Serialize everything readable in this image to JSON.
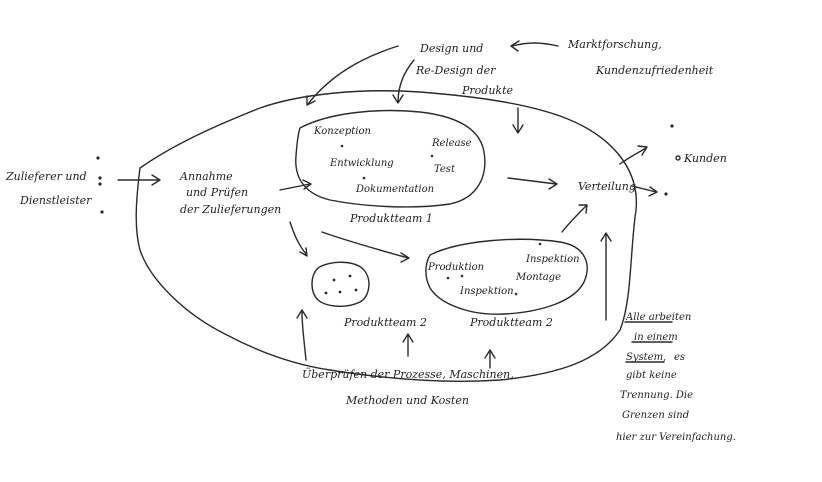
{
  "labels": {
    "supplier_1": "Zulieferer und",
    "supplier_2": "Dienstleister",
    "accept_1": "Annahme",
    "accept_2": "und Prüfen",
    "accept_3": "der Zulieferungen",
    "design_1": "Design und",
    "design_2": "Re-Design der",
    "design_3": "Produkte",
    "market_1": "Marktforschung,",
    "market_2": "Kundenzufriedenheit",
    "team1_conception": "Konzeption",
    "team1_development": "Entwicklung",
    "team1_release": "Release",
    "team1_test": "Test",
    "team1_documentation": "Dokumentation",
    "team1_name": "Produktteam 1",
    "distribution": "Verteilung",
    "customers": "Kunden",
    "team3_production": "Produktion",
    "team3_inspection_a": "Inspektion",
    "team3_assembly": "Montage",
    "team3_inspection_b": "Inspektion",
    "team3_name": "Produktteam 2",
    "team2_name": "Produktteam 2",
    "review_1": "Überprüfen der Prozesse, Maschinen,",
    "review_2": "Methoden und Kosten",
    "note_1": "Alle arbeiten",
    "note_2": "in einem",
    "note_3": "System,",
    "note_3b": "es",
    "note_4": "gibt keine",
    "note_5": "Trennung. Die",
    "note_6": "Grenzen sind",
    "note_7": "hier zur Vereinfachung."
  },
  "colors": {
    "ink": "#222222",
    "background": "#ffffff"
  }
}
